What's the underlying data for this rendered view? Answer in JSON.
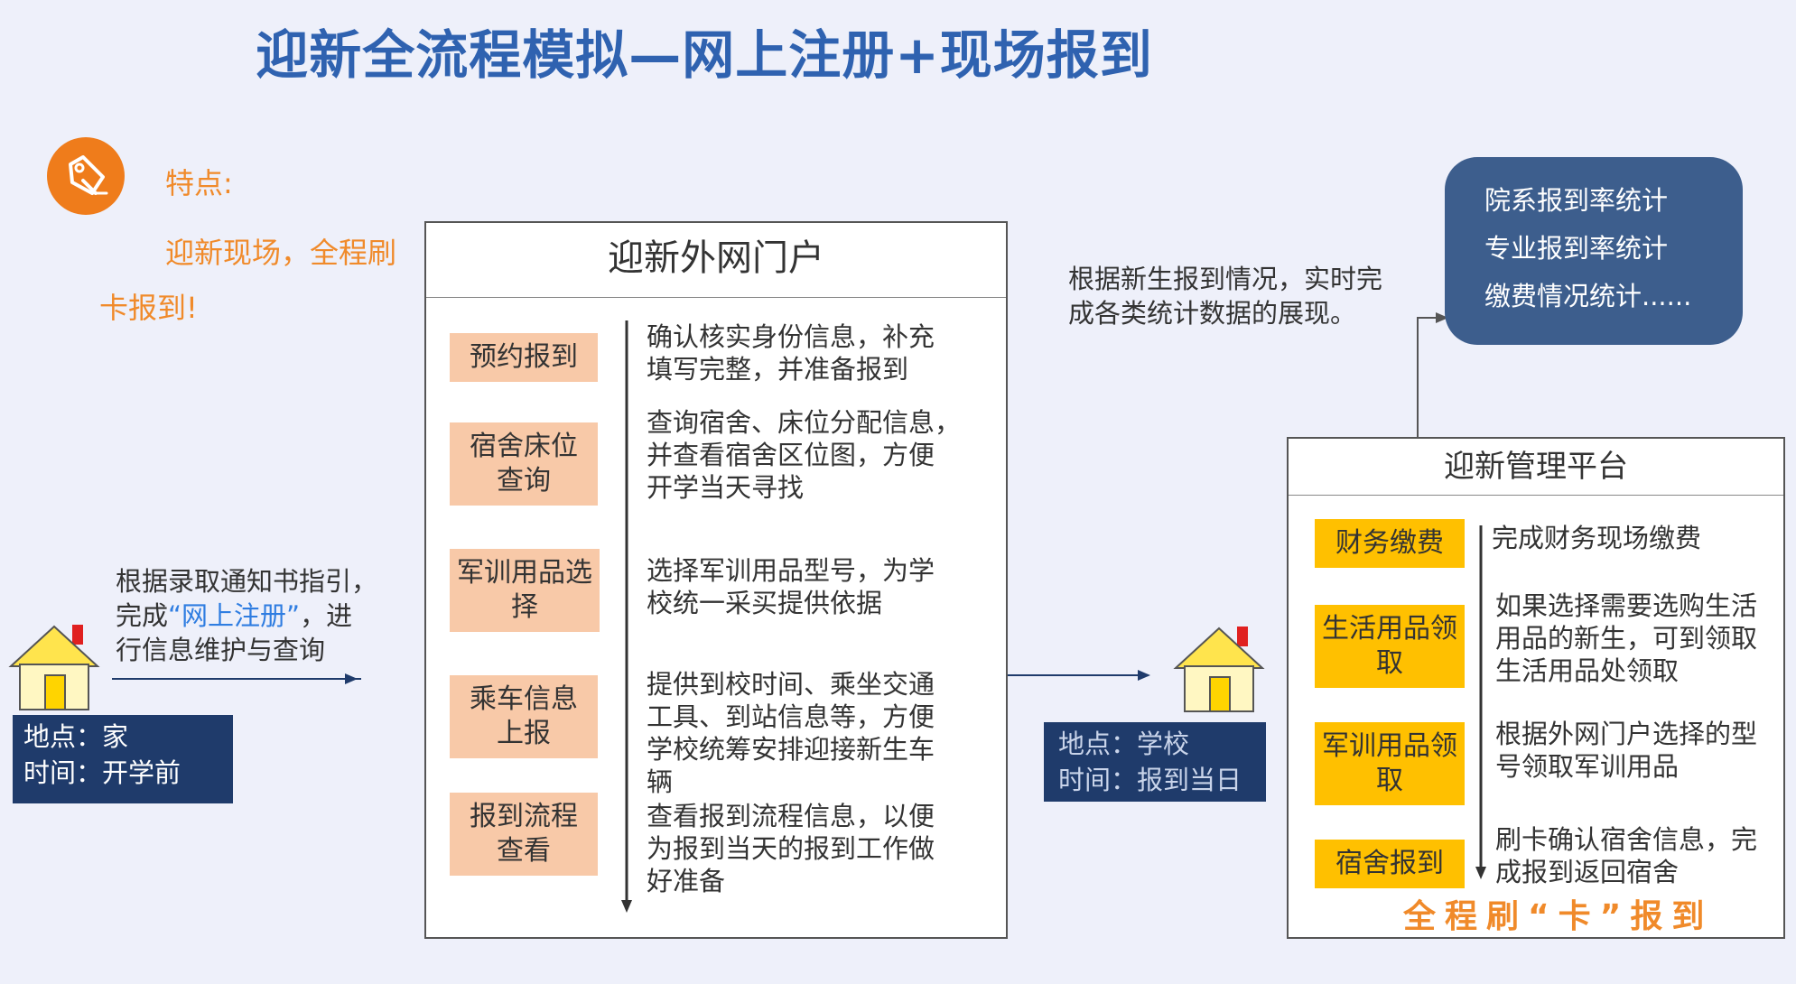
{
  "title": "迎新全流程模拟—网上注册+现场报到",
  "feature": {
    "label": "特点:",
    "line1": "迎新现场，全程刷",
    "line2": "卡报到!",
    "icon": "tag-pen-icon"
  },
  "home": {
    "desc_line1": "根据录取通知书指引，",
    "desc_line2_pre": "完成",
    "desc_line2_quote": "“网上注册”",
    "desc_line2_post": "，进",
    "desc_line3": "行信息维护与查询",
    "place": "地点：家",
    "time": "时间：开学前",
    "icon": "house-icon"
  },
  "portal": {
    "title": "迎新外网门户",
    "items": [
      {
        "label": "预约报到",
        "desc": [
          "确认核实身份信息，补充",
          "填写完整，并准备报到"
        ]
      },
      {
        "label": "宿舍床位查询",
        "desc": [
          "查询宿舍、床位分配信息，",
          "并查看宿舍区位图，方便",
          "开学当天寻找"
        ]
      },
      {
        "label": "军训用品选择",
        "desc": [
          "选择军训用品型号，为学",
          "校统一采买提供依据"
        ]
      },
      {
        "label": "乘车信息上报",
        "desc": [
          "提供到校时间、乘坐交通",
          "工具、到站信息等，方便",
          "学校统筹安排迎接新生车",
          "辆"
        ]
      },
      {
        "label": "报到流程查看",
        "desc": [
          "查看报到流程信息，以便",
          "为报到当天的报到工作做",
          "好准备"
        ]
      }
    ]
  },
  "school": {
    "place": "地点：学校",
    "time": "时间：报到当日",
    "icon": "house-icon"
  },
  "stats_note": [
    "根据新生报到情况，实时完",
    "成各类统计数据的展现。"
  ],
  "stats": [
    "院系报到率统计",
    "专业报到率统计",
    "缴费情况统计......"
  ],
  "platform": {
    "title": "迎新管理平台",
    "items": [
      {
        "label": "财务缴费",
        "desc": [
          "完成财务现场缴费"
        ]
      },
      {
        "label": "生活用品领取",
        "desc": [
          "如果选择需要选购生活",
          "用品的新生，可到领取",
          "生活用品处领取"
        ]
      },
      {
        "label": "军训用品领取",
        "desc": [
          "根据外网门户选择的型",
          "号领取军训用品"
        ]
      },
      {
        "label": "宿舍报到",
        "desc": [
          "刷卡确认宿舍信息，完",
          "成报到返回宿舍"
        ]
      }
    ],
    "slogan": "全程刷“卡”报到"
  },
  "colors": {
    "title_blue": "#2f62b0",
    "orange": "#f08a2a",
    "navy": "#1f3b6b",
    "peach": "#f8c9a8",
    "yellow": "#ffc000",
    "stats_blue": "#3d5e8d"
  }
}
